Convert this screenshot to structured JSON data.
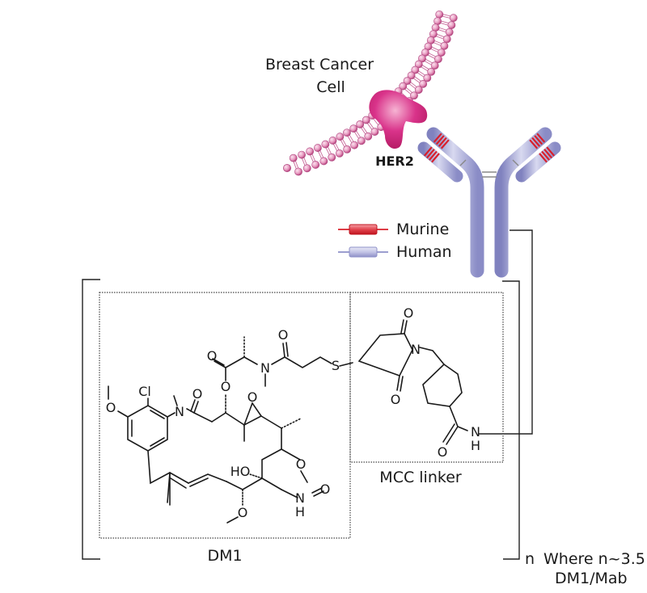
{
  "title": "Trastuzumab emtansine (T-DM1) antibody-drug conjugate",
  "cell": {
    "label_line1": "Breast Cancer",
    "label_line2": "Cell",
    "receptor_label": "HER2"
  },
  "legend": {
    "items": [
      {
        "label": "Murine",
        "color": "#d8202c"
      },
      {
        "label": "Human",
        "color": "#9a9cd0"
      }
    ]
  },
  "structure": {
    "payload_label": "DM1",
    "linker_label": "MCC linker",
    "repeat_subscript": "n",
    "note_line1": "Where n~3.5",
    "note_line2": "DM1/Mab",
    "atoms": {
      "cl": "Cl",
      "o": "O",
      "n": "N",
      "s": "S",
      "ho": "HO",
      "h": "H"
    }
  },
  "colors": {
    "membrane": "#d4508e",
    "her2": "#d0287a",
    "antibody": "#9a9cd0",
    "murine": "#d8202c"
  }
}
